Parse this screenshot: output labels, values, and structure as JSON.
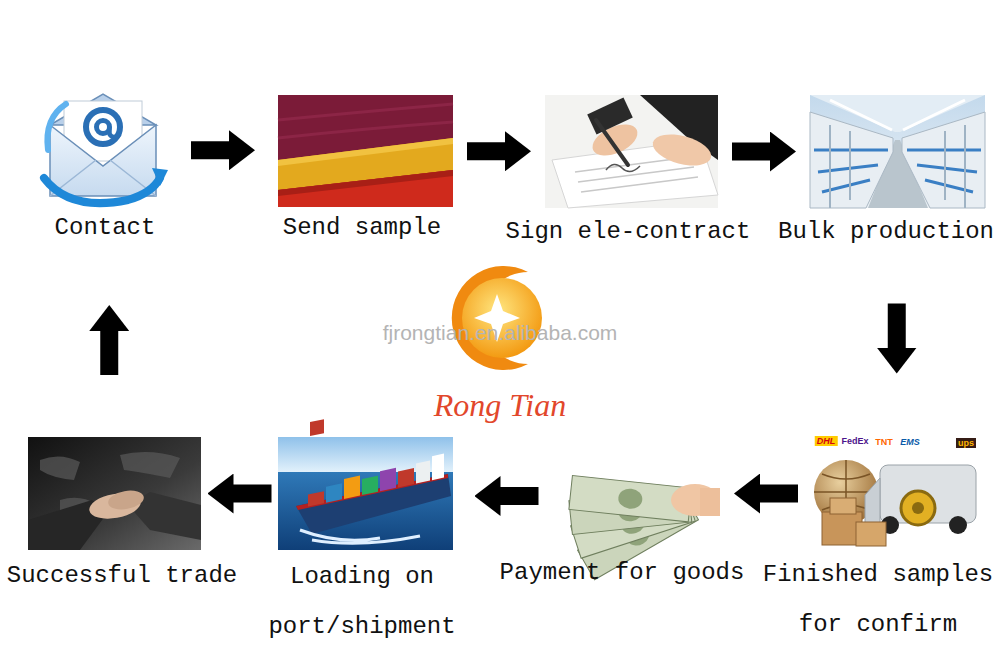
{
  "diagram": {
    "nodes": [
      {
        "text": [
          "Contact"
        ]
      },
      {
        "text": [
          "Send sample"
        ]
      },
      {
        "text": [
          "Sign ele-contract"
        ]
      },
      {
        "text": [
          "Bulk production"
        ]
      },
      {
        "text": [
          "Finished samples for confirm"
        ]
      },
      {
        "text": [
          "Payment for goods"
        ]
      },
      {
        "text": [
          "Loading on port/shipment"
        ]
      },
      {
        "text": [
          "Successful trade"
        ]
      }
    ],
    "edges": [
      {
        "from": 0,
        "to": 1,
        "arrow": "to"
      },
      {
        "from": 1,
        "to": 2,
        "arrow": "to"
      },
      {
        "from": 2,
        "to": 3,
        "arrow": "to"
      },
      {
        "from": 3,
        "to": 4,
        "arrow": "to"
      },
      {
        "from": 4,
        "to": 5,
        "arrow": "to"
      },
      {
        "from": 5,
        "to": 6,
        "arrow": "to"
      },
      {
        "from": 6,
        "to": 7,
        "arrow": "to"
      },
      {
        "from": 7,
        "to": 0,
        "arrow": "to"
      }
    ],
    "labels": [
      "fjrongtian.en.alibaba.com",
      "Rong Tian",
      "DHL",
      "FedEx",
      "TNT",
      "EMS",
      "ups"
    ]
  }
}
